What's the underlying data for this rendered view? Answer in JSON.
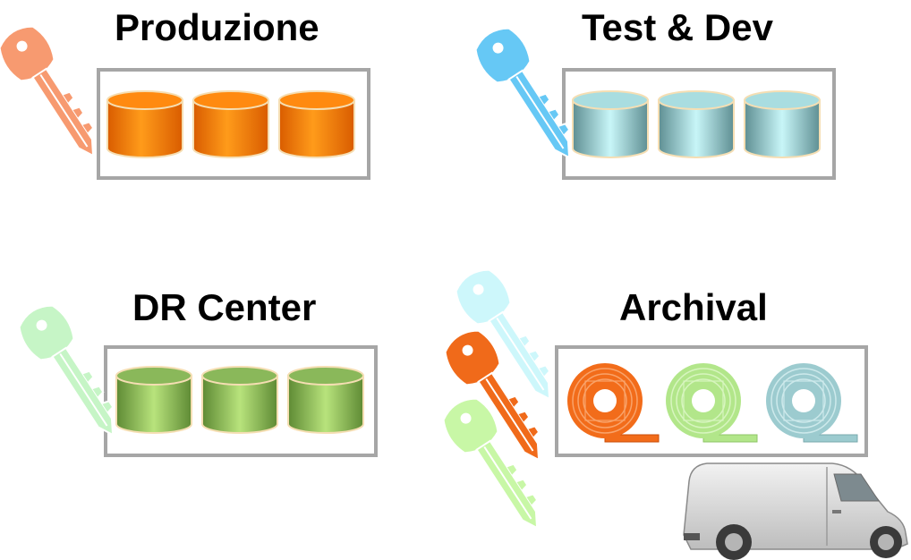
{
  "sections": {
    "production": {
      "title": "Produzione",
      "disk_count": 3,
      "disk_color": "#ff7f00",
      "key_color": "#f79a70"
    },
    "test_dev": {
      "title": "Test & Dev",
      "disk_count": 3,
      "disk_color": "#9fd8dc",
      "key_color": "#66c8f5"
    },
    "dr_center": {
      "title": "DR Center",
      "disk_count": 3,
      "disk_color": "#8cbf5a",
      "key_color": "#c6f5c6"
    },
    "archival": {
      "title": "Archival",
      "tape_count": 3,
      "tape_colors": [
        "#f26c1a",
        "#b2e68a",
        "#9ccbcf"
      ],
      "key_colors": [
        "#cdf7fb",
        "#f06a1a",
        "#c8f7a6"
      ],
      "vehicle": "van-icon"
    }
  }
}
